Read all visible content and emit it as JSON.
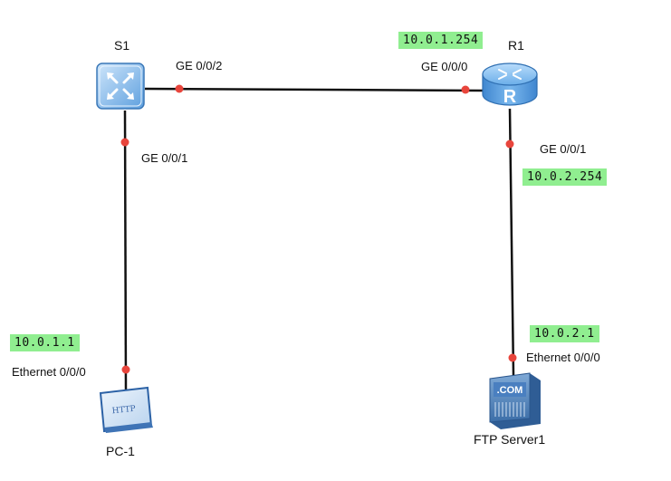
{
  "colors": {
    "link": "#111111",
    "port_dot": "#e8453c",
    "ip_highlight": "#90ee90"
  },
  "nodes": {
    "s1": {
      "name": "S1",
      "icon": "switch-icon"
    },
    "r1": {
      "name": "R1",
      "icon": "router-icon"
    },
    "pc1": {
      "name": "PC-1",
      "icon": "pc-icon",
      "screen_text": "HTTP"
    },
    "ftp": {
      "name": "FTP Server1",
      "icon": "server-icon",
      "badge_text": ".COM"
    }
  },
  "ports": {
    "s1_ge002": "GE 0/0/2",
    "s1_ge001": "GE 0/0/1",
    "r1_ge000": "GE 0/0/0",
    "r1_ge001": "GE 0/0/1",
    "pc1_eth": "Ethernet 0/0/0",
    "ftp_eth": "Ethernet 0/0/0"
  },
  "ips": {
    "r1_ge000": "10.0.1.254",
    "r1_ge001": "10.0.2.254",
    "pc1": "10.0.1.1",
    "ftp": "10.0.2.1"
  }
}
